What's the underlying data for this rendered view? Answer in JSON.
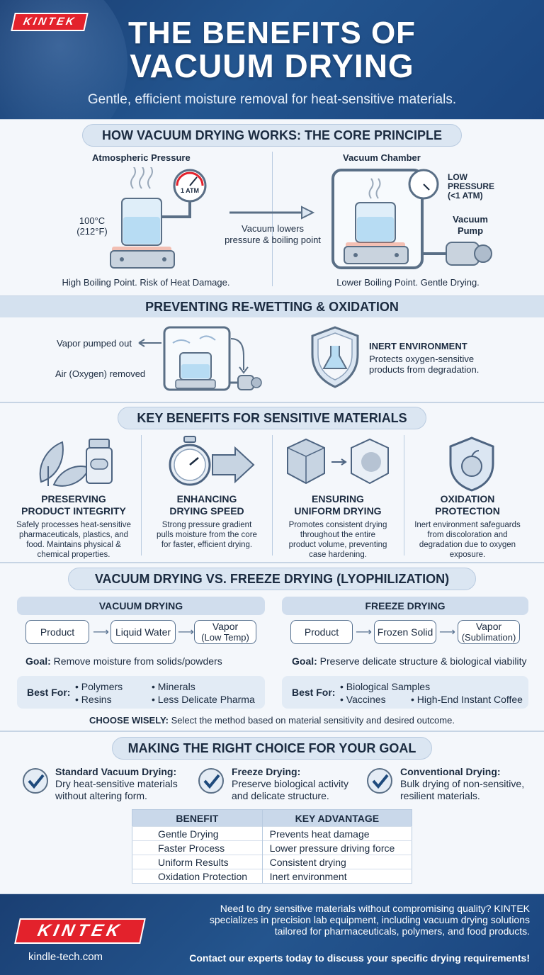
{
  "brand": {
    "name": "KINTEK",
    "url": "kindle-tech.com"
  },
  "header": {
    "title_line1": "THE BENEFITS OF",
    "title_line2": "VACUUM DRYING",
    "subtitle": "Gentle, efficient moisture removal for heat-sensitive materials."
  },
  "principle": {
    "heading": "HOW VACUUM DRYING WORKS: THE CORE PRINCIPLE",
    "left_title": "Atmospheric Pressure",
    "gauge_left": "1 ATM",
    "temp_label": "100°C\n(212°F)",
    "left_caption": "High Boiling Point. Risk of Heat Damage.",
    "arrow_label": "Vacuum lowers\npressure & boiling point",
    "right_title": "Vacuum Chamber",
    "low_pressure_label": "LOW\nPRESSURE\n(<1 ATM)",
    "pump_label": "Vacuum\nPump",
    "right_caption": "Lower Boiling Point. Gentle Drying."
  },
  "rewetting": {
    "heading": "PREVENTING RE-WETTING & OXIDATION",
    "vapor_label": "Vapor pumped out",
    "air_label": "Air (Oxygen) removed",
    "inert_title": "INERT ENVIRONMENT",
    "inert_text": "Protects oxygen-sensitive\nproducts from degradation."
  },
  "benefits": {
    "heading": "KEY BENEFITS FOR SENSITIVE MATERIALS",
    "items": [
      {
        "title": "PRESERVING\nPRODUCT INTEGRITY",
        "text": "Safely processes heat-sensitive\npharmaceuticals, plastics, and\nfood. Maintains physical &\nchemical properties.",
        "icon": "leaf-and-pill-bottle-icon"
      },
      {
        "title": "ENHANCING\nDRYING SPEED",
        "text": "Strong pressure gradient\npulls moisture from the core\nfor faster, efficient drying.",
        "icon": "stopwatch-icon"
      },
      {
        "title": "ENSURING\nUNIFORM DRYING",
        "text": "Promotes consistent drying\nthroughout the entire\nproduct volume, preventing\ncase hardening.",
        "icon": "cube-icon"
      },
      {
        "title": "OXIDATION\nPROTECTION",
        "text": "Inert environment safeguards\nfrom discoloration and\ndegradation due to oxygen\nexposure.",
        "icon": "apple-shield-icon"
      }
    ]
  },
  "comparison": {
    "heading": "VACUUM DRYING VS. FREEZE DRYING (LYOPHILIZATION)",
    "vacuum": {
      "title": "VACUUM DRYING",
      "flow": [
        "Product",
        "Liquid Water",
        "Vapor",
        "(Low Temp)"
      ],
      "goal_label": "Goal:",
      "goal": "Remove moisture from solids/powders",
      "best_label": "Best For:",
      "best": [
        "Polymers",
        "Resins",
        "Minerals",
        "Less Delicate Pharma"
      ]
    },
    "freeze": {
      "title": "FREEZE DRYING",
      "flow": [
        "Product",
        "Frozen Solid",
        "Vapor",
        "(Sublimation)"
      ],
      "goal_label": "Goal:",
      "goal": "Preserve delicate structure & biological viability",
      "best_label": "Best For:",
      "best": [
        "Biological Samples",
        "Vaccines",
        "High-End Instant Coffee"
      ]
    },
    "choose_label": "CHOOSE WISELY:",
    "choose_text": "Select the method based on material sensitivity and desired outcome."
  },
  "choice": {
    "heading": "MAKING THE RIGHT CHOICE FOR YOUR GOAL",
    "items": [
      {
        "title": "Standard Vacuum Drying:",
        "text": "Dry heat-sensitive materials\nwithout altering form."
      },
      {
        "title": "Freeze Drying:",
        "text": "Preserve biological activity\nand delicate structure."
      },
      {
        "title": "Conventional Drying:",
        "text": "Bulk drying of non-sensitive,\nresilient materials."
      }
    ],
    "table": {
      "headers": [
        "BENEFIT",
        "KEY ADVANTAGE"
      ],
      "rows": [
        [
          "Gentle Drying",
          "Prevents heat damage"
        ],
        [
          "Faster Process",
          "Lower pressure driving force"
        ],
        [
          "Uniform Results",
          "Consistent drying"
        ],
        [
          "Oxidation Protection",
          "Inert environment"
        ]
      ]
    }
  },
  "footer": {
    "message": "Need to dry sensitive materials without compromising quality? KINTEK\nspecializes in precision lab equipment, including vacuum drying solutions\ntailored for pharmaceuticals, polymers, and food products.",
    "cta": "Contact our experts today to discuss your specific drying requirements!"
  },
  "colors": {
    "navy": "#1a3f73",
    "brand_red": "#e3222c",
    "panel": "#f4f7fb",
    "accent_line": "#56708f"
  }
}
